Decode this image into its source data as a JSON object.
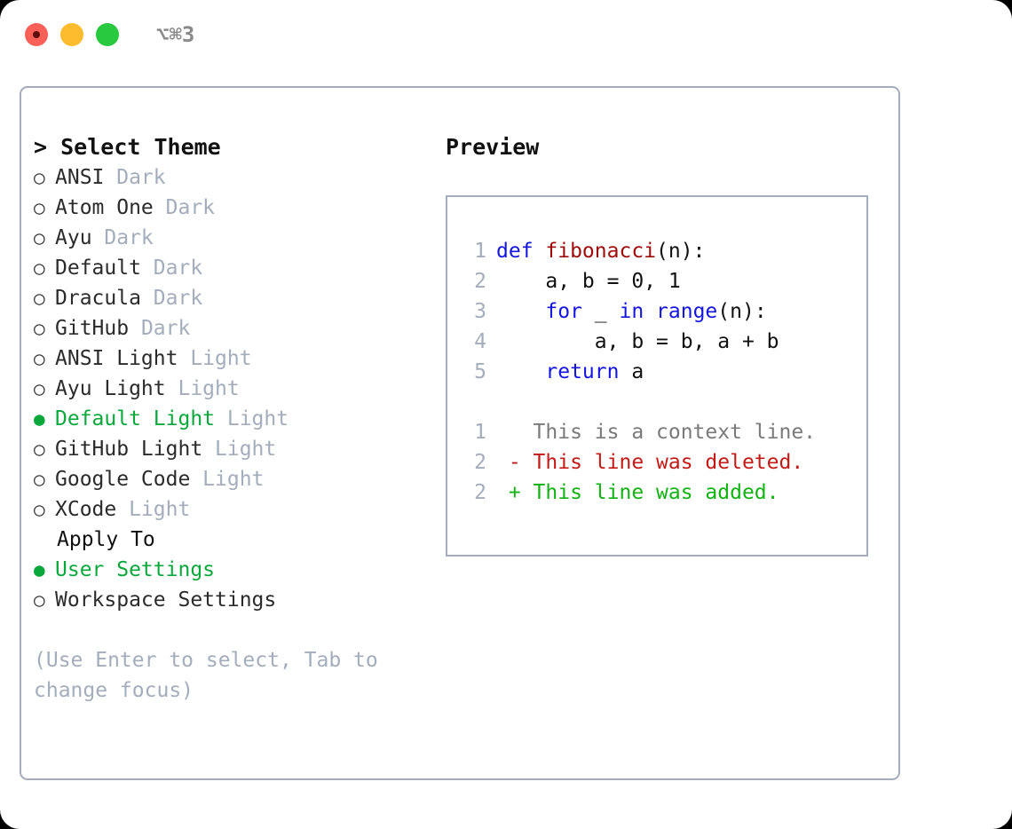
{
  "titlebar": {
    "dots": [
      {
        "name": "close-button",
        "color": "#fb6058"
      },
      {
        "name": "minimize-button",
        "color": "#fdbc2e"
      },
      {
        "name": "maximize-button",
        "color": "#28c83f"
      }
    ],
    "shortcut": "⌥⌘3"
  },
  "theme_picker": {
    "header_marker": "> ",
    "header": "Select Theme",
    "bullet_unselected": "○",
    "bullet_selected": "●",
    "items": [
      {
        "name": "ANSI",
        "category": " Dark",
        "selected": false
      },
      {
        "name": "Atom One",
        "category": " Dark",
        "selected": false
      },
      {
        "name": "Ayu",
        "category": " Dark",
        "selected": false
      },
      {
        "name": "Default",
        "category": " Dark",
        "selected": false
      },
      {
        "name": "Dracula",
        "category": " Dark",
        "selected": false
      },
      {
        "name": "GitHub",
        "category": " Dark",
        "selected": false
      },
      {
        "name": "ANSI Light",
        "category": " Light",
        "selected": false
      },
      {
        "name": "Ayu Light",
        "category": " Light",
        "selected": false
      },
      {
        "name": "Default Light",
        "category": " Light",
        "selected": true
      },
      {
        "name": "GitHub Light",
        "category": " Light",
        "selected": false
      },
      {
        "name": "Google Code",
        "category": " Light",
        "selected": false
      },
      {
        "name": "XCode",
        "category": " Light",
        "selected": false
      }
    ]
  },
  "apply_to": {
    "header": "Apply To",
    "items": [
      {
        "name": "User Settings",
        "selected": true
      },
      {
        "name": "Workspace Settings",
        "selected": false
      }
    ]
  },
  "hint": {
    "line1": "(Use Enter to select, Tab to",
    "line2": "change focus)"
  },
  "preview": {
    "title": "Preview",
    "code_lines": [
      {
        "no": "1",
        "tokens": [
          {
            "t": "def ",
            "c": "kw"
          },
          {
            "t": "fibonacci",
            "c": "fn"
          },
          {
            "t": "(n):",
            "c": "plain"
          }
        ]
      },
      {
        "no": "2",
        "tokens": [
          {
            "t": "    a, b = 0, 1",
            "c": "plain"
          }
        ]
      },
      {
        "no": "3",
        "tokens": [
          {
            "t": "    ",
            "c": "plain"
          },
          {
            "t": "for",
            "c": "kw"
          },
          {
            "t": " _ ",
            "c": "plain"
          },
          {
            "t": "in",
            "c": "kw"
          },
          {
            "t": " ",
            "c": "plain"
          },
          {
            "t": "range",
            "c": "kw"
          },
          {
            "t": "(n):",
            "c": "plain"
          }
        ]
      },
      {
        "no": "4",
        "tokens": [
          {
            "t": "        a, b = b, a + b",
            "c": "plain"
          }
        ]
      },
      {
        "no": "5",
        "tokens": [
          {
            "t": "    ",
            "c": "plain"
          },
          {
            "t": "return",
            "c": "kw"
          },
          {
            "t": " a",
            "c": "plain"
          }
        ]
      }
    ],
    "diff_lines": [
      {
        "no": "1",
        "tokens": [
          {
            "t": "   This is a context line.",
            "c": "ctx"
          }
        ]
      },
      {
        "no": "2",
        "tokens": [
          {
            "t": " - This line was deleted.",
            "c": "del"
          }
        ]
      },
      {
        "no": "2",
        "tokens": [
          {
            "t": " + This line was added.",
            "c": "add"
          }
        ]
      }
    ]
  },
  "colors": {
    "border": "#a3adbb",
    "muted": "#a3adbb",
    "selected_green": "#0aa83c",
    "keyword_blue": "#1515e0",
    "function_red": "#9e0b0b",
    "diff_delete": "#c41a16",
    "diff_add": "#13b213",
    "context_gray": "#7a7a7a"
  }
}
